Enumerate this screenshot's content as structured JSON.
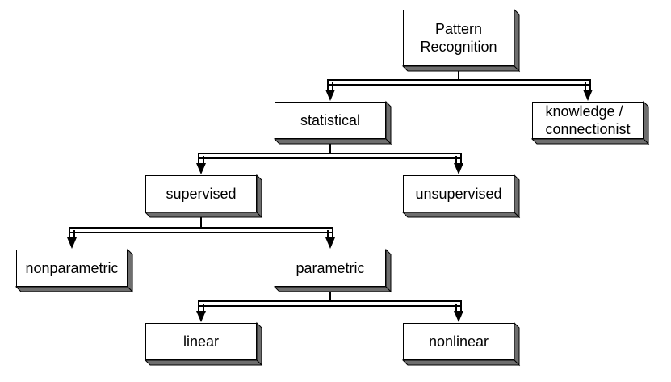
{
  "diagram": {
    "type": "tree",
    "root": {
      "label": "Pattern\nRecognition",
      "children": [
        {
          "label": "statistical",
          "children": [
            {
              "label": "supervised",
              "children": [
                {
                  "label": "nonparametric",
                  "children": []
                },
                {
                  "label": "parametric",
                  "children": [
                    {
                      "label": "linear",
                      "children": []
                    },
                    {
                      "label": "nonlinear",
                      "children": []
                    }
                  ]
                }
              ]
            },
            {
              "label": "unsupervised",
              "children": []
            }
          ]
        },
        {
          "label": "knowledge /\nconnectionist",
          "children": []
        }
      ]
    },
    "colors": {
      "face": "#ffffff",
      "border": "#000000",
      "shadow": "#6e6e6e",
      "connector": "#000000",
      "background": "#ffffff"
    }
  }
}
